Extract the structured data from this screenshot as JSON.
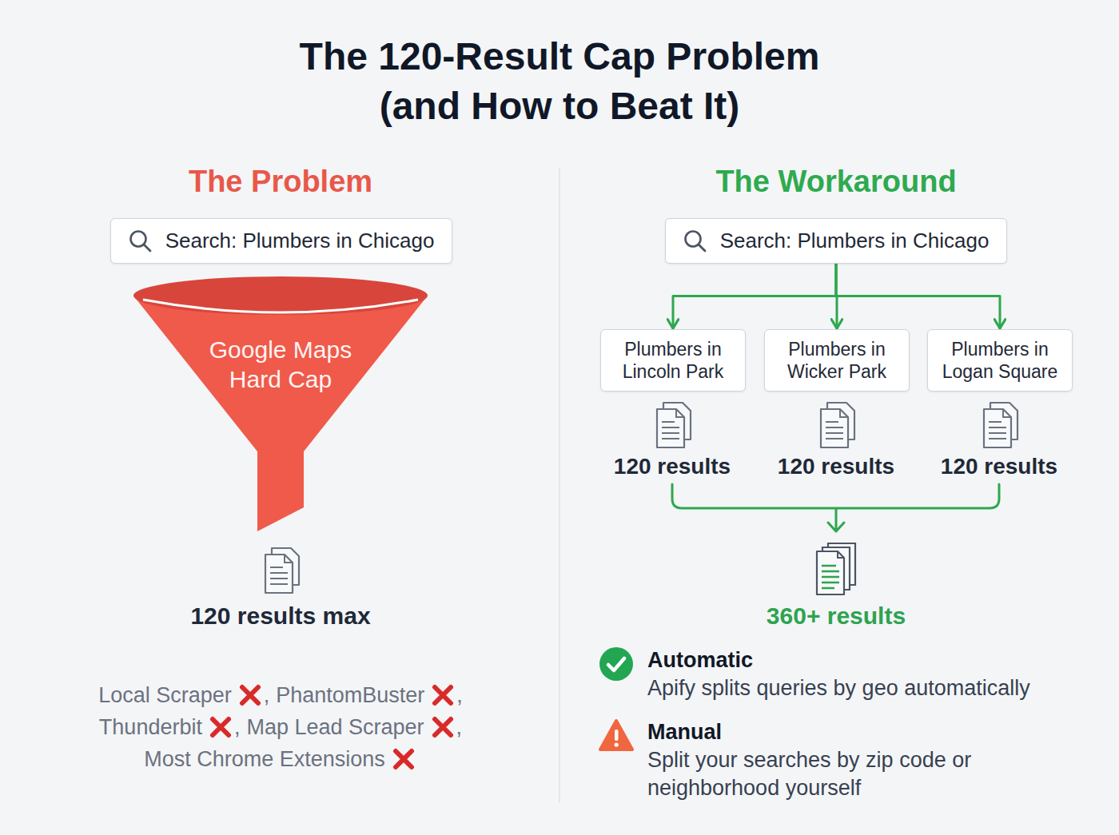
{
  "diagram": {
    "title": "The 120-Result Cap Problem (and How to Beat It)",
    "nodes": [
      {
        "text": [
          "Search: Plumbers in Chicago"
        ]
      },
      {
        "text": [
          "Google Maps Hard Cap"
        ]
      },
      {
        "text": [
          "Search: Plumbers in Chicago"
        ]
      },
      {
        "text": [
          "Plumbers in Lincoln Park"
        ]
      },
      {
        "text": [
          "Plumbers in Wicker Park"
        ]
      },
      {
        "text": [
          "Plumbers in Logan Square"
        ]
      }
    ],
    "edges": [
      {
        "from": 2,
        "to": 3,
        "arrow": "to"
      },
      {
        "from": 2,
        "to": 4,
        "arrow": "to"
      },
      {
        "from": 2,
        "to": 5,
        "arrow": "to"
      }
    ],
    "labels": [
      "The Problem",
      "The Workaround",
      "120 results max",
      "Local Scraper",
      ",",
      "PhantomBuster",
      ",",
      "Thunderbit",
      ",",
      "Map Lead Scraper",
      ",",
      "Most Chrome Extensions",
      "120 results",
      "120 results",
      "120 results",
      "360+ results",
      "Automatic",
      "Apify splits queries by geo automatically",
      "Manual",
      "Split your searches by zip code or neighborhood yourself"
    ]
  }
}
